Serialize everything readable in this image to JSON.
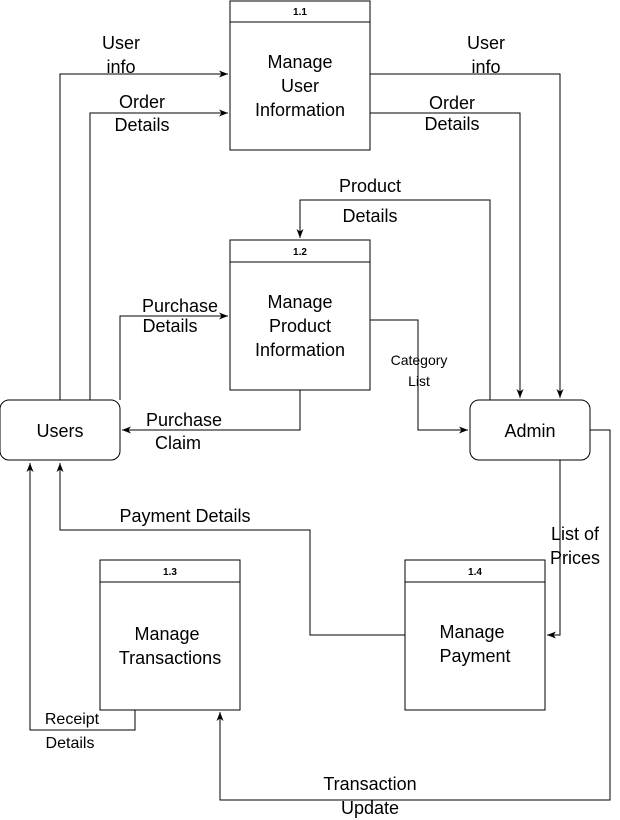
{
  "entities": {
    "users": "Users",
    "admin": "Admin"
  },
  "processes": {
    "p11": {
      "id": "1.1",
      "title": [
        "Manage",
        "User",
        "Information"
      ]
    },
    "p12": {
      "id": "1.2",
      "title": [
        "Manage",
        "Product",
        "Information"
      ]
    },
    "p13": {
      "id": "1.3",
      "title": [
        "Manage",
        "Transactions"
      ]
    },
    "p14": {
      "id": "1.4",
      "title": [
        "Manage",
        "Payment"
      ]
    }
  },
  "flows": {
    "user_info_in": [
      "User",
      "info"
    ],
    "order_details_in": [
      "Order",
      "Details"
    ],
    "user_info_out": [
      "User",
      "info"
    ],
    "order_details_out": [
      "Order",
      "Details"
    ],
    "product_details": [
      "Product",
      "Details"
    ],
    "purchase_details": [
      "Purchase",
      "Details"
    ],
    "category_list": [
      "Category",
      "List"
    ],
    "purchase_claim": [
      "Purchase",
      "Claim"
    ],
    "payment_details": "Payment Details",
    "list_of_prices": [
      "List of",
      "Prices"
    ],
    "receipt_details": [
      "Receipt",
      "Details"
    ],
    "transaction_update": [
      "Transaction",
      "Update"
    ]
  }
}
